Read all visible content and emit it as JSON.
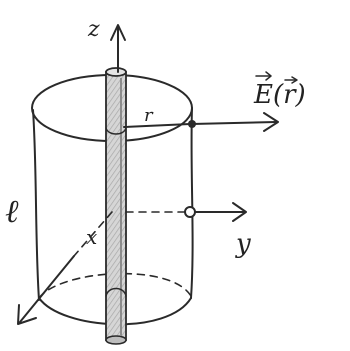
{
  "labels": {
    "z_axis": "z",
    "y_axis": "y",
    "x_axis": "x",
    "length": "ℓ",
    "radius": "r",
    "field": "E(r)"
  },
  "colors": {
    "ink": "#2a2a2a",
    "rod_fill": "#c9c9c9",
    "rod_shade": "#9a9a9a",
    "background": "#ffffff"
  }
}
